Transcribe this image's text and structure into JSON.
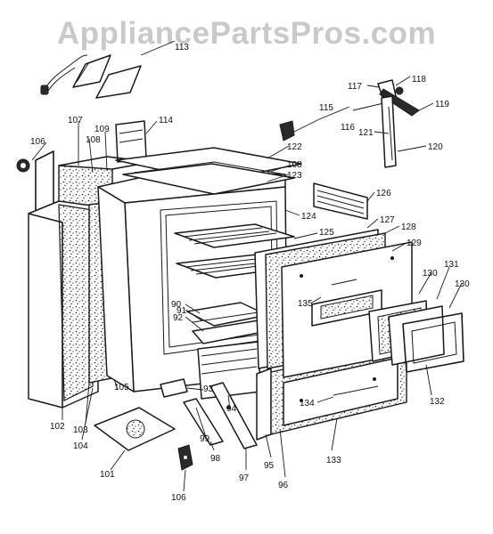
{
  "watermark": "AppliancePartsPros.com",
  "callouts": [
    {
      "id": "101"
    },
    {
      "id": "102"
    },
    {
      "id": "103"
    },
    {
      "id": "104"
    },
    {
      "id": "105"
    },
    {
      "id": "106"
    },
    {
      "id": "106"
    },
    {
      "id": "107"
    },
    {
      "id": "108"
    },
    {
      "id": "108"
    },
    {
      "id": "109"
    },
    {
      "id": "113"
    },
    {
      "id": "114"
    },
    {
      "id": "115"
    },
    {
      "id": "116"
    },
    {
      "id": "117"
    },
    {
      "id": "118"
    },
    {
      "id": "119"
    },
    {
      "id": "120"
    },
    {
      "id": "121"
    },
    {
      "id": "122"
    },
    {
      "id": "123"
    },
    {
      "id": "124"
    },
    {
      "id": "125"
    },
    {
      "id": "126"
    },
    {
      "id": "127"
    },
    {
      "id": "128"
    },
    {
      "id": "129"
    },
    {
      "id": "130"
    },
    {
      "id": "130"
    },
    {
      "id": "131"
    },
    {
      "id": "132"
    },
    {
      "id": "133"
    },
    {
      "id": "134"
    },
    {
      "id": "135"
    },
    {
      "id": "90"
    },
    {
      "id": "91"
    },
    {
      "id": "92"
    },
    {
      "id": "93"
    },
    {
      "id": "94"
    },
    {
      "id": "95"
    },
    {
      "id": "96"
    },
    {
      "id": "97"
    },
    {
      "id": "98"
    },
    {
      "id": "99"
    }
  ]
}
